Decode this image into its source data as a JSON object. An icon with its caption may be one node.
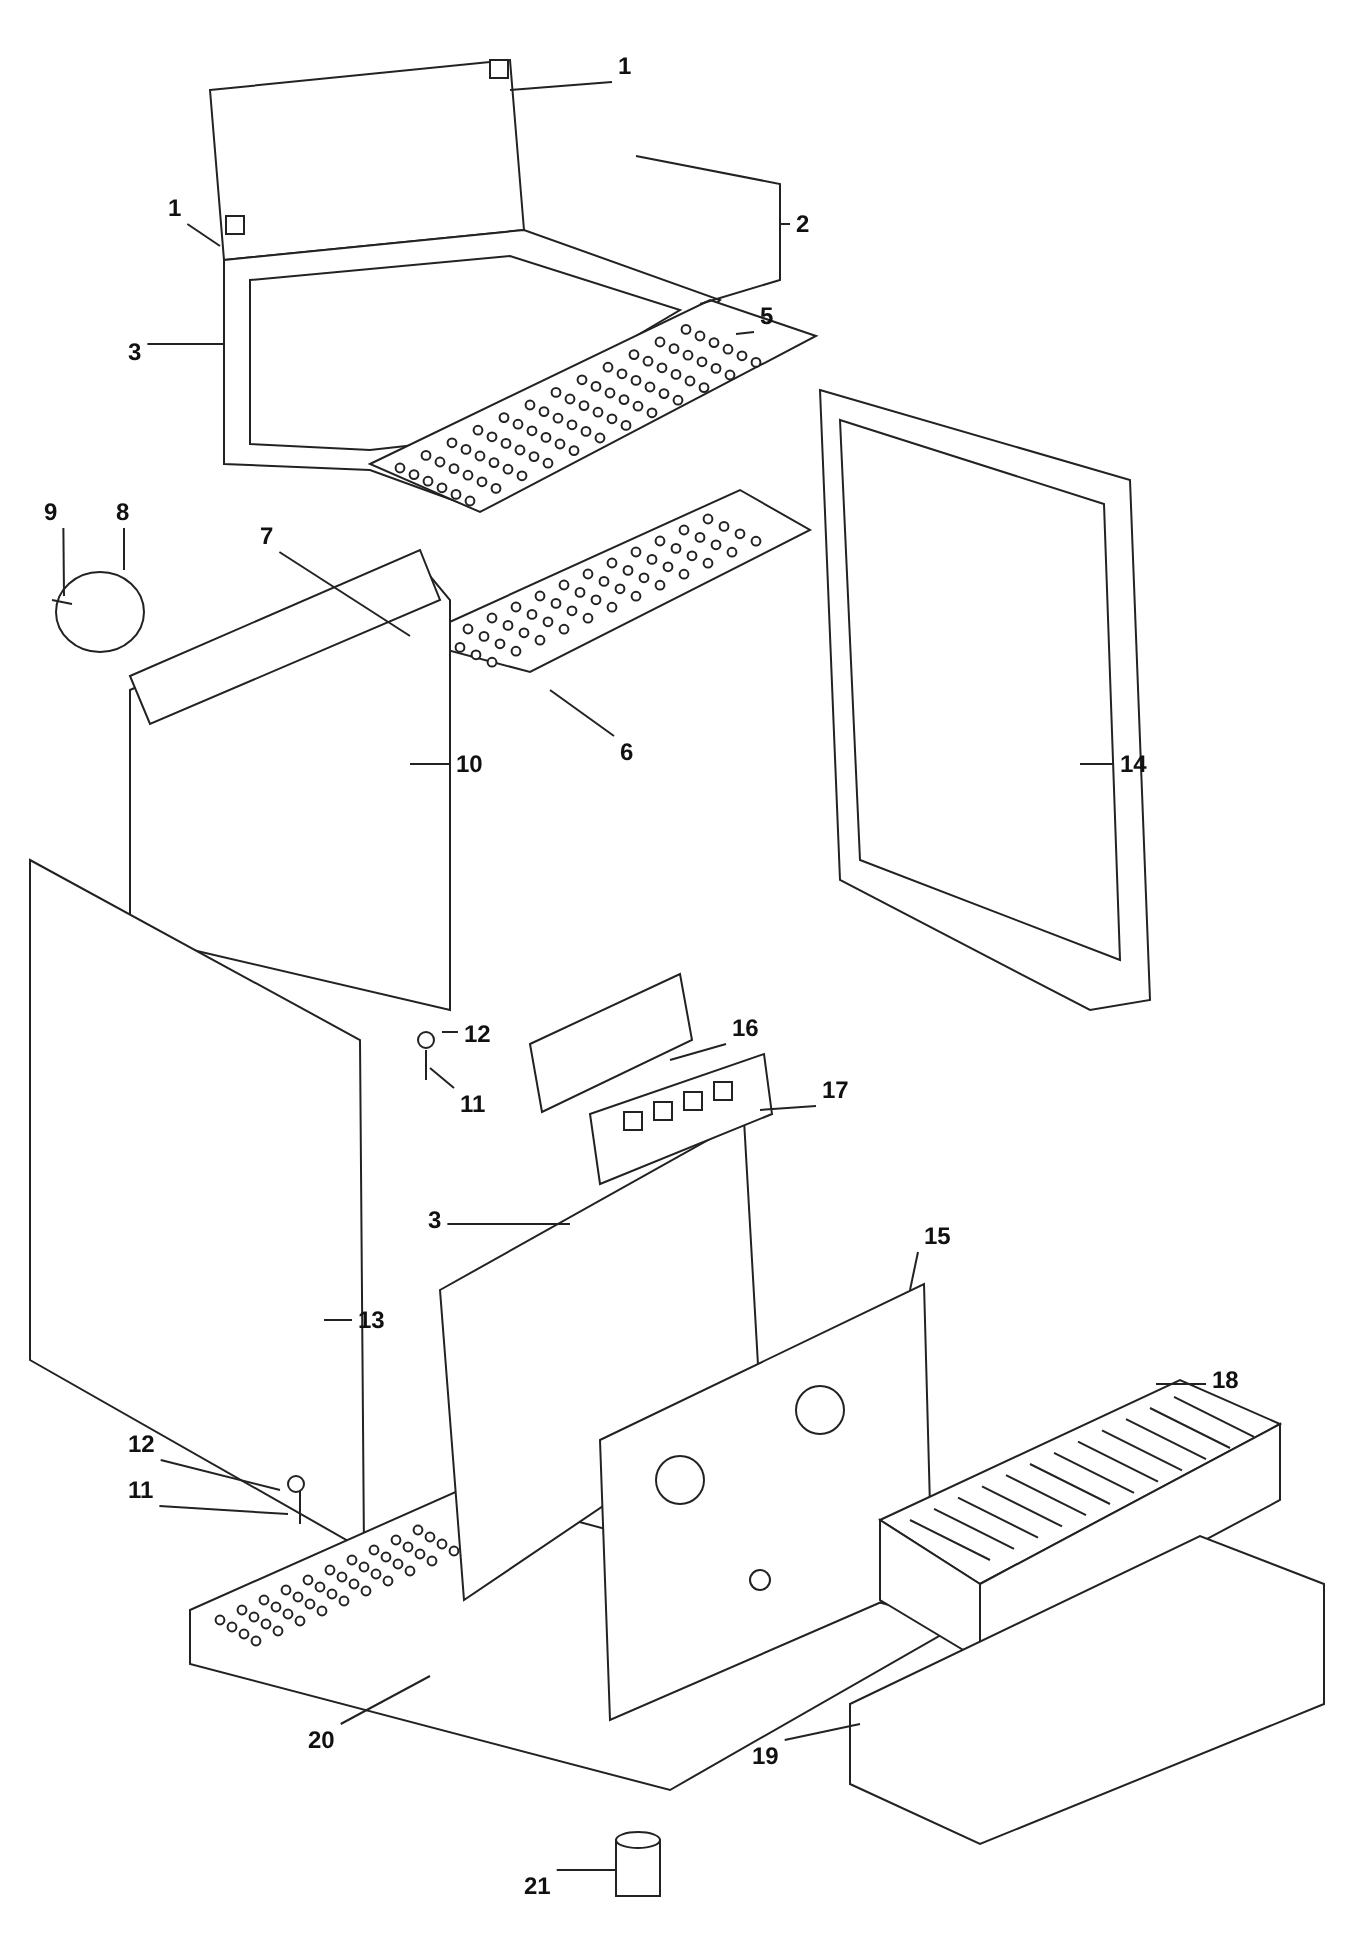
{
  "diagram": {
    "nodes": [
      {
        "text": [
          "1"
        ]
      },
      {
        "text": [
          "1"
        ]
      },
      {
        "text": [
          "2"
        ]
      },
      {
        "text": [
          "3"
        ]
      },
      {
        "text": [
          "5"
        ]
      },
      {
        "text": [
          "9"
        ]
      },
      {
        "text": [
          "8"
        ]
      },
      {
        "text": [
          "7"
        ]
      },
      {
        "text": [
          "6"
        ]
      },
      {
        "text": [
          "14"
        ]
      },
      {
        "text": [
          "10"
        ]
      },
      {
        "text": [
          "12"
        ]
      },
      {
        "text": [
          "11"
        ]
      },
      {
        "text": [
          "16"
        ]
      },
      {
        "text": [
          "17"
        ]
      },
      {
        "text": [
          "3"
        ]
      },
      {
        "text": [
          "13"
        ]
      },
      {
        "text": [
          "15"
        ]
      },
      {
        "text": [
          "18"
        ]
      },
      {
        "text": [
          "12"
        ]
      },
      {
        "text": [
          "11"
        ]
      },
      {
        "text": [
          "20"
        ]
      },
      {
        "text": [
          "19"
        ]
      },
      {
        "text": [
          "21"
        ]
      }
    ],
    "edges": [
      {
        "from": 0,
        "to": null,
        "arrow": "none"
      },
      {
        "from": 1,
        "to": null,
        "arrow": "none"
      },
      {
        "from": 2,
        "to": null,
        "arrow": "none"
      },
      {
        "from": 2,
        "to": null,
        "arrow": "none"
      },
      {
        "from": 3,
        "to": null,
        "arrow": "none"
      },
      {
        "from": 4,
        "to": null,
        "arrow": "none"
      },
      {
        "from": 5,
        "to": null,
        "arrow": "none"
      },
      {
        "from": 6,
        "to": null,
        "arrow": "none"
      },
      {
        "from": 7,
        "to": null,
        "arrow": "none"
      },
      {
        "from": 8,
        "to": null,
        "arrow": "none"
      },
      {
        "from": 9,
        "to": null,
        "arrow": "none"
      },
      {
        "from": 10,
        "to": null,
        "arrow": "none"
      },
      {
        "from": 11,
        "to": null,
        "arrow": "none"
      },
      {
        "from": 12,
        "to": null,
        "arrow": "none"
      },
      {
        "from": 13,
        "to": null,
        "arrow": "none"
      },
      {
        "from": 14,
        "to": null,
        "arrow": "none"
      },
      {
        "from": 15,
        "to": null,
        "arrow": "none"
      },
      {
        "from": 16,
        "to": null,
        "arrow": "none"
      },
      {
        "from": 17,
        "to": null,
        "arrow": "none"
      },
      {
        "from": 18,
        "to": null,
        "arrow": "none"
      },
      {
        "from": 19,
        "to": null,
        "arrow": "none"
      },
      {
        "from": 20,
        "to": null,
        "arrow": "none"
      },
      {
        "from": 21,
        "to": null,
        "arrow": "none"
      },
      {
        "from": 22,
        "to": null,
        "arrow": "none"
      },
      {
        "from": 23,
        "to": null,
        "arrow": "none"
      }
    ]
  }
}
